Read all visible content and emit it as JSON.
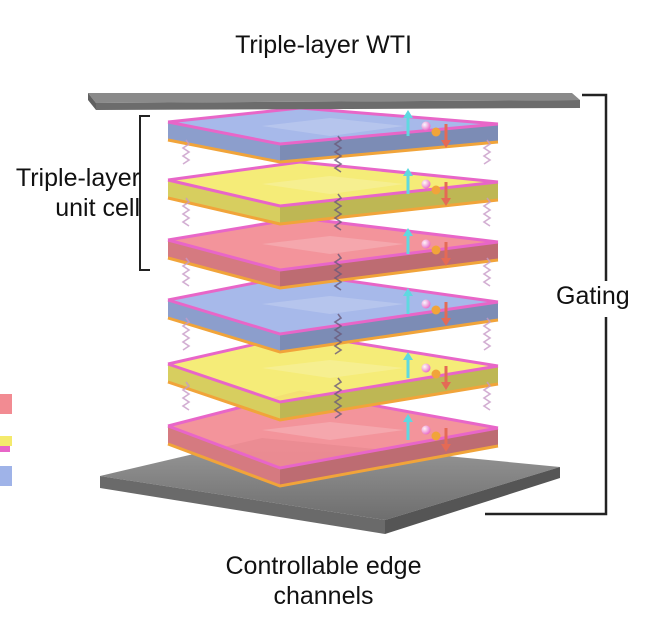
{
  "labels": {
    "title": "Triple-layer WTI",
    "unit_cell": [
      "Triple-layer",
      "unit cell"
    ],
    "gating": "Gating",
    "caption": [
      "Controllable edge",
      "channels"
    ]
  },
  "layers": [
    "red",
    "yellow",
    "blue",
    "red",
    "yellow",
    "blue"
  ],
  "colors": {
    "red": "#f28b92",
    "yellow": "#f4ea6c",
    "blue": "#9fb3e8",
    "gate": "#8c8c8c",
    "edge_pink": "#e866c8",
    "edge_orange": "#f1a43a",
    "spin_up": "#5fd9e0",
    "spin_down": "#e46a55",
    "bracket": "#222222"
  }
}
